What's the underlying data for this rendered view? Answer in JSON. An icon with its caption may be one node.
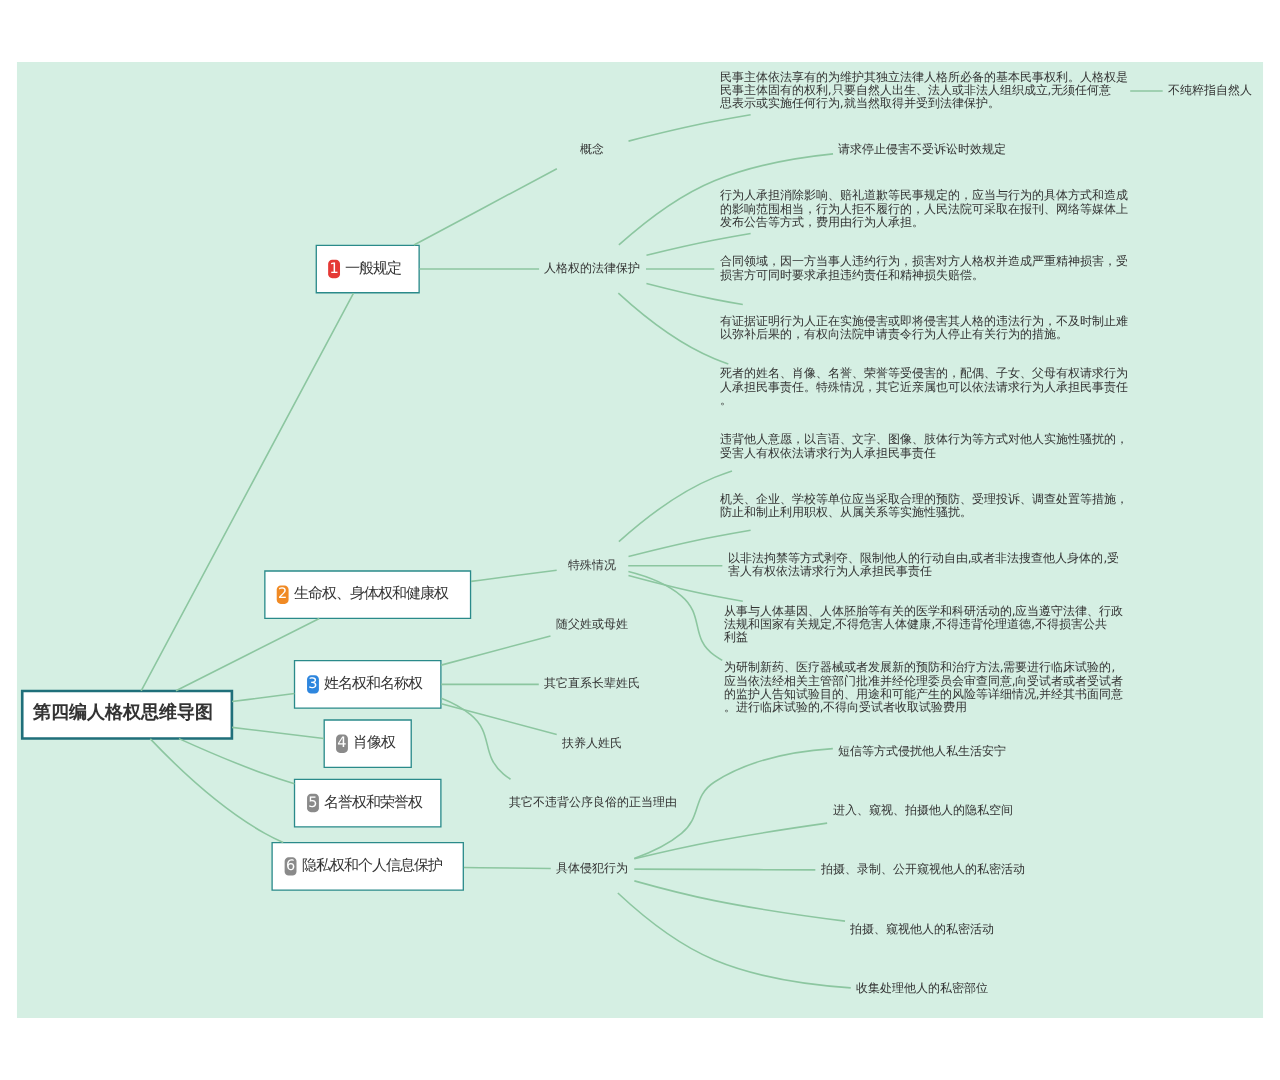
{
  "diagram": {
    "nodes": [
      {
        "text": [
          "第四编人格权思维导图"
        ]
      },
      {
        "text": [
          "1",
          "一般规定"
        ]
      },
      {
        "text": [
          "概念"
        ]
      },
      {
        "text": [
          "民事主体依法享有的为维护其独立法律人格所必备的基本民事权利。人格权是民事主体固有的权利,只要自然人出生、法人或非法人组织成立,无须任何意思表示或实施任何行为,就当然取得并受到法律保护。"
        ]
      },
      {
        "text": [
          "不纯粹指自然人"
        ]
      },
      {
        "text": [
          "人格权的法律保护"
        ]
      },
      {
        "text": [
          "请求停止侵害不受诉讼时效规定"
        ]
      },
      {
        "text": [
          "行为人承担消除影响、赔礼道歉等民事规定的，应当与行为的具体方式和造成的影响范围相当，行为人拒不履行的，人民法院可采取在报刊、网络等媒体上发布公告等方式，费用由行为人承担。"
        ]
      },
      {
        "text": [
          "合同领域，因一方当事人违约行为，损害对方人格权并造成严重精神损害，受损害方可同时要求承担违约责任和精神损失赔偿。"
        ]
      },
      {
        "text": [
          "有证据证明行为人正在实施侵害或即将侵害其人格的违法行为，不及时制止难以弥补后果的，有权向法院申请责令行为人停止有关行为的措施。"
        ]
      },
      {
        "text": [
          "死者的姓名、肖像、名誉、荣誉等受侵害的，配偶、子女、父母有权请求行为人承担民事责任。特殊情况，其它近亲属也可以依法请求行为人承担民事责任。"
        ]
      },
      {
        "text": [
          "2",
          "生命权、身体权和健康权"
        ]
      },
      {
        "text": [
          "特殊情况"
        ]
      },
      {
        "text": [
          "违背他人意愿，以言语、文字、图像、肢体行为等方式对他人实施性骚扰的，受害人有权依法请求行为人承担民事责任"
        ]
      },
      {
        "text": [
          "机关、企业、学校等单位应当采取合理的预防、受理投诉、调查处置等措施，防止和制止利用职权、从属关系等实施性骚扰。"
        ]
      },
      {
        "text": [
          "以非法拘禁等方式剥夺、限制他人的行动自由,或者非法搜查他人身体的,受害人有权依法请求行为人承担民事责任"
        ]
      },
      {
        "text": [
          "从事与人体基因、人体胚胎等有关的医学和科研活动的,应当遵守法律、行政法规和国家有关规定,不得危害人体健康,不得违背伦理道德,不得损害公共利益"
        ]
      },
      {
        "text": [
          "为研制新药、医疗器械或者发展新的预防和治疗方法,需要进行临床试验的,应当依法经相关主管部门批准并经伦理委员会审查同意,向受试者或者受试者的监护人告知试验目的、用途和可能产生的风险等详细情况,并经其书面同意。进行临床试验的,不得向受试者收取试验费用"
        ]
      },
      {
        "text": [
          "3",
          "姓名权和名称权"
        ]
      },
      {
        "text": [
          "随父姓或母姓"
        ]
      },
      {
        "text": [
          "其它直系长辈姓氏"
        ]
      },
      {
        "text": [
          "扶养人姓氏"
        ]
      },
      {
        "text": [
          "其它不违背公序良俗的正当理由"
        ]
      },
      {
        "text": [
          "4",
          "肖像权"
        ]
      },
      {
        "text": [
          "5",
          "名誉权和荣誉权"
        ]
      },
      {
        "text": [
          "6",
          "隐私权和个人信息保护"
        ]
      },
      {
        "text": [
          "具体侵犯行为"
        ]
      },
      {
        "text": [
          "短信等方式侵扰他人私生活安宁"
        ]
      },
      {
        "text": [
          "进入、窥视、拍摄他人的隐私空间"
        ]
      },
      {
        "text": [
          "拍摄、录制、公开窥视他人的私密活动"
        ]
      },
      {
        "text": [
          "拍摄、窥视他人的私密活动"
        ]
      },
      {
        "text": [
          "收集处理他人的私密部位"
        ]
      }
    ],
    "edges": [
      {
        "from": 0,
        "to": 1,
        "arrow": "none"
      },
      {
        "from": 1,
        "to": 2,
        "arrow": "none"
      },
      {
        "from": 2,
        "to": 3,
        "arrow": "none"
      },
      {
        "from": 3,
        "to": 4,
        "arrow": "none"
      },
      {
        "from": 1,
        "to": 5,
        "arrow": "none"
      },
      {
        "from": 5,
        "to": 6,
        "arrow": "none"
      },
      {
        "from": 5,
        "to": 7,
        "arrow": "none"
      },
      {
        "from": 5,
        "to": 8,
        "arrow": "none"
      },
      {
        "from": 5,
        "to": 9,
        "arrow": "none"
      },
      {
        "from": 5,
        "to": 10,
        "arrow": "none"
      },
      {
        "from": 0,
        "to": 11,
        "arrow": "none"
      },
      {
        "from": 11,
        "to": 12,
        "arrow": "none"
      },
      {
        "from": 12,
        "to": 13,
        "arrow": "none"
      },
      {
        "from": 12,
        "to": 14,
        "arrow": "none"
      },
      {
        "from": 12,
        "to": 15,
        "arrow": "none"
      },
      {
        "from": 12,
        "to": 16,
        "arrow": "none"
      },
      {
        "from": 12,
        "to": 17,
        "arrow": "none"
      },
      {
        "from": 0,
        "to": 18,
        "arrow": "none"
      },
      {
        "from": 18,
        "to": 19,
        "arrow": "none"
      },
      {
        "from": 18,
        "to": 20,
        "arrow": "none"
      },
      {
        "from": 18,
        "to": 21,
        "arrow": "none"
      },
      {
        "from": 18,
        "to": 22,
        "arrow": "none"
      },
      {
        "from": 0,
        "to": 23,
        "arrow": "none"
      },
      {
        "from": 0,
        "to": 24,
        "arrow": "none"
      },
      {
        "from": 0,
        "to": 25,
        "arrow": "none"
      },
      {
        "from": 25,
        "to": 26,
        "arrow": "none"
      },
      {
        "from": 26,
        "to": 27,
        "arrow": "none"
      },
      {
        "from": 26,
        "to": 28,
        "arrow": "none"
      },
      {
        "from": 26,
        "to": 29,
        "arrow": "none"
      },
      {
        "from": 26,
        "to": 30,
        "arrow": "none"
      },
      {
        "from": 26,
        "to": 31,
        "arrow": "none"
      }
    ]
  }
}
